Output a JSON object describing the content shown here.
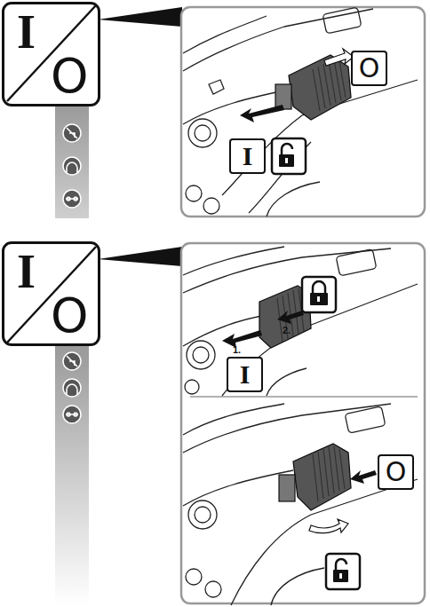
{
  "diagram": {
    "nodes": [
      {
        "text": [
          "I",
          "O"
        ]
      },
      {
        "text": [
          "O"
        ]
      },
      {
        "text": [
          "I"
        ]
      },
      {
        "text": [
          "I",
          "O"
        ]
      },
      {
        "text": [
          "I"
        ]
      },
      {
        "text": [
          "O"
        ]
      }
    ],
    "labels": [
      "1.",
      "2."
    ]
  }
}
